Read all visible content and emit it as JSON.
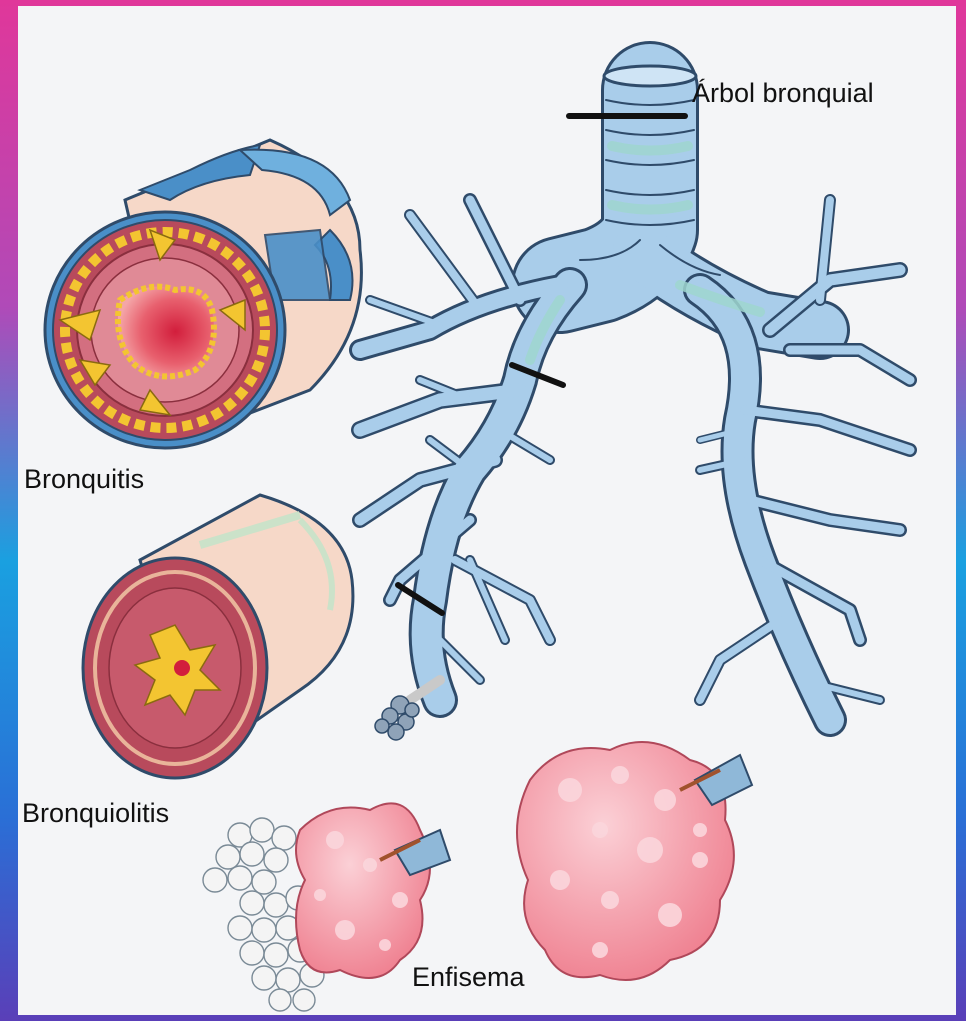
{
  "labels": {
    "tree": "Árbol bronquial",
    "bronquitis": "Bronquitis",
    "bronquiolitis": "Bronquiolitis",
    "enfisema": "Enfisema"
  },
  "colors": {
    "airway_fill": "#a9cdea",
    "airway_stroke": "#2f4b6a",
    "airway_band": "#9fd6cf",
    "tissue_pink": "#f08a98",
    "mucus_yellow": "#f3c531",
    "wall_maroon": "#b84a5c",
    "sleeve_peach": "#f6d8c8",
    "cartilage_blue": "#4a8fc8"
  }
}
